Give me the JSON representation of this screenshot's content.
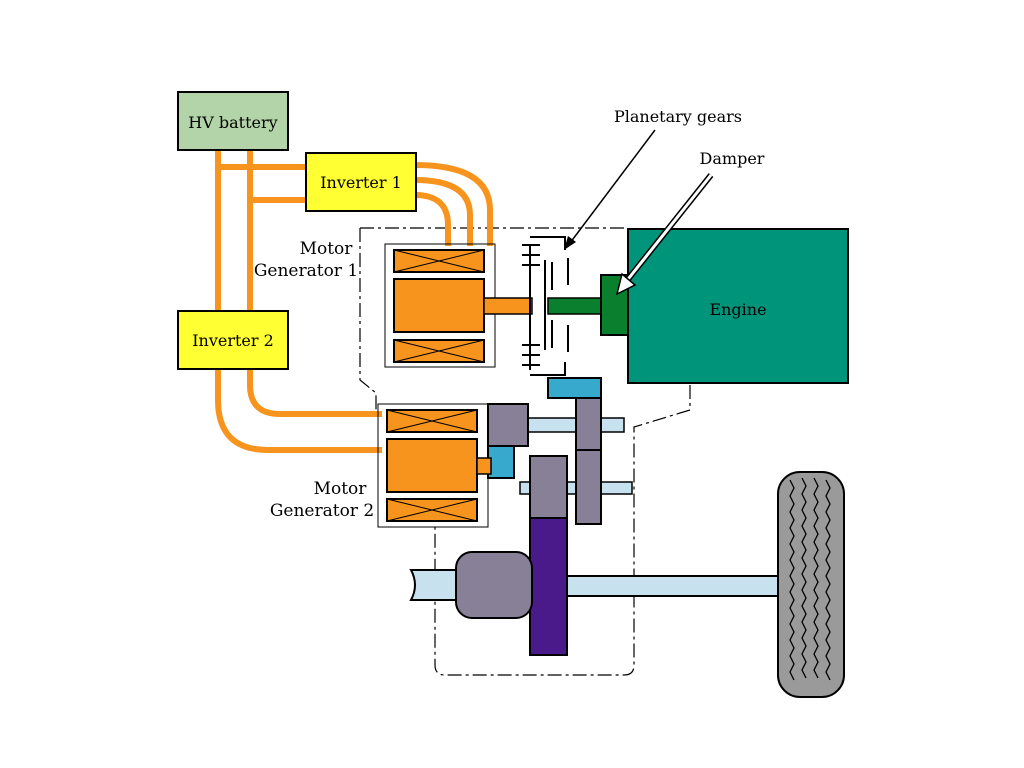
{
  "components": {
    "hv_battery": "HV battery",
    "inverter_1": "Inverter 1",
    "inverter_2": "Inverter 2",
    "engine": "Engine"
  },
  "labels": {
    "motor_generator_1": [
      "Motor",
      "Generator 1"
    ],
    "motor_generator_2": [
      "Motor",
      "Generator 2"
    ],
    "planetary_gears": "Planetary gears",
    "damper": "Damper"
  },
  "colors": {
    "battery": "#b3d4a8",
    "inverter": "#ffff33",
    "wire": "#f7941d",
    "motor": "#f7941d",
    "engine": "#00957a",
    "damper": "#0a7f2e",
    "gear_gray": "#878096",
    "gear_blue": "#36a9cc",
    "shaft": "#c8e1ee",
    "purple_gear": "#4a1a8a",
    "tire": "#9a9a9a"
  }
}
